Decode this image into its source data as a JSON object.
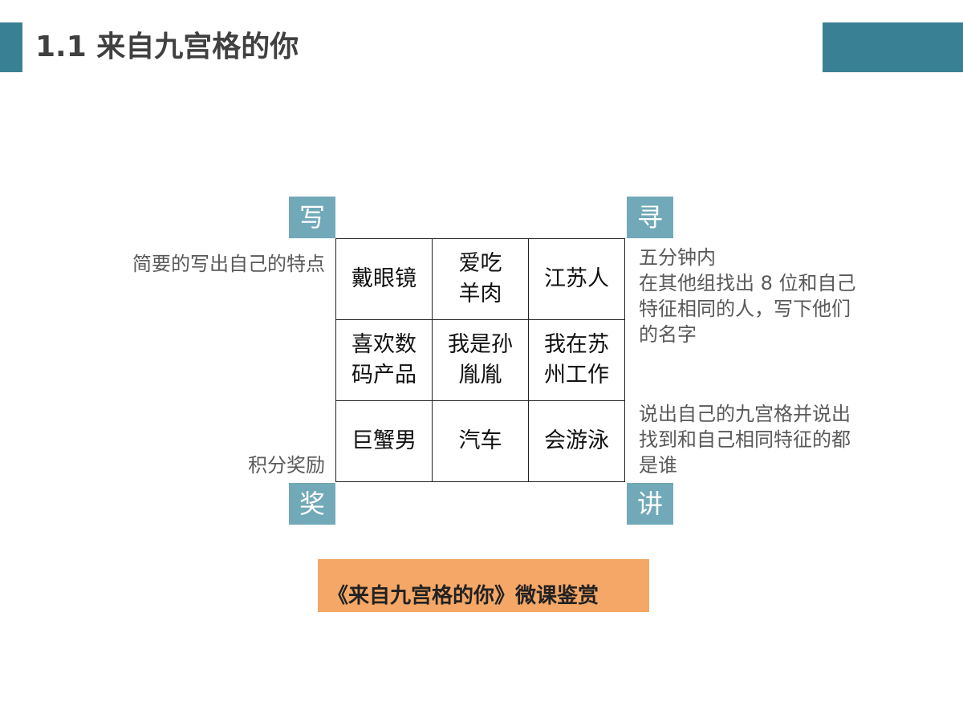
{
  "header": {
    "title": "1.1 来自九宫格的你",
    "accent_color": "#3a8095"
  },
  "corners": {
    "top_left": "写",
    "top_right": "寻",
    "bottom_left": "奖",
    "bottom_right": "讲",
    "color": "#72a9b8"
  },
  "notes": {
    "write": "简要的写出自己的特点",
    "find_line1": "五分钟内",
    "find_line2": "在其他组找出 8 位和自己特征相同的人，写下他们的名字",
    "speak": "说出自己的九宫格并说出找到和自己相同特征的都是谁",
    "reward": "积分奖励"
  },
  "grid": {
    "rows": [
      [
        "戴眼镜",
        "爱吃羊肉",
        "江苏人"
      ],
      [
        "喜欢数码产品",
        "我是孙胤胤",
        "我在苏州工作"
      ],
      [
        "巨蟹男",
        "汽车",
        "会游泳"
      ]
    ]
  },
  "banner": {
    "text": "《来自九宫格的你》微课鉴赏",
    "color": "#f4a766"
  }
}
